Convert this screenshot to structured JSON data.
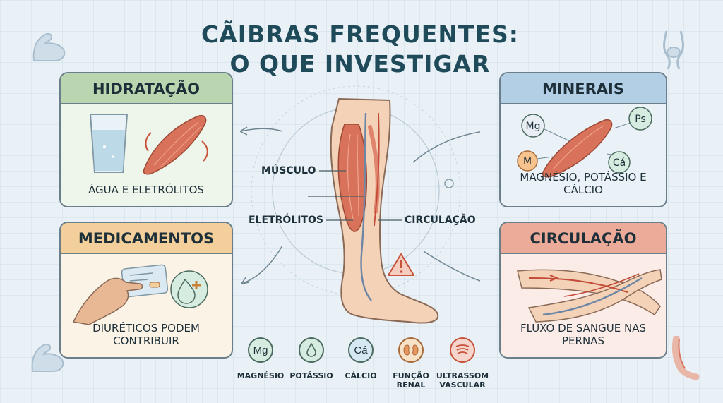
{
  "title": {
    "line1": "CÃIBRAS FREQUENTES:",
    "line2": "O QUE INVESTIGAR"
  },
  "cards": {
    "hidratacao": {
      "title": "HIDRATAÇÃO",
      "caption": "ÁGUA E ELETRÓLITOS"
    },
    "minerais": {
      "title": "MINERAIS",
      "caption": "MAGNÉSIO, POTÁSSIO E CÁLCIO",
      "bubbles": [
        "Mg",
        "Ps",
        "M",
        "Cá"
      ]
    },
    "medicamentos": {
      "title": "MEDICAMENTOS",
      "caption": "DIURÉTICOS PODEM CONTRIBUIR"
    },
    "circulacao": {
      "title": "CIRCULAÇÃO",
      "caption": "FLUXO DE SANGUE NAS PERNAS"
    }
  },
  "leg_labels": {
    "musculo": "MÚSCULO",
    "eletrolitos": "ELETRÓLITOS",
    "circulacao": "CIRCULAÇÃO"
  },
  "warning_icon": "warning-triangle-icon",
  "bottom_icons": [
    {
      "symbol": "Mg",
      "label_line1": "MAGNÉSIO",
      "label_line2": "",
      "color": "#d7ece0",
      "icon": "magnesium-icon"
    },
    {
      "symbol": "",
      "label_line1": "POTÁSSIO",
      "label_line2": "",
      "color": "#d7ece0",
      "icon": "water-drop-icon"
    },
    {
      "symbol": "Cá",
      "label_line1": "CÁLCIO",
      "label_line2": "",
      "color": "#d6e8f2",
      "icon": "calcium-icon"
    },
    {
      "symbol": "",
      "label_line1": "FUNÇÃO",
      "label_line2": "RENAL",
      "color": "#f7e2c8",
      "icon": "kidney-icon"
    },
    {
      "symbol": "",
      "label_line1": "ULTRASSOM",
      "label_line2": "VASCULAR",
      "color": "#f6d6cc",
      "icon": "ultrasound-icon"
    }
  ],
  "colors": {
    "title": "#1f4a5a",
    "hydration": "#b9d6b0",
    "minerals": "#b3cfe6",
    "medications": "#f2cf9b",
    "circulation": "#ecaa98",
    "muscle": "#d9725a",
    "skin": "#f3d2b8"
  }
}
